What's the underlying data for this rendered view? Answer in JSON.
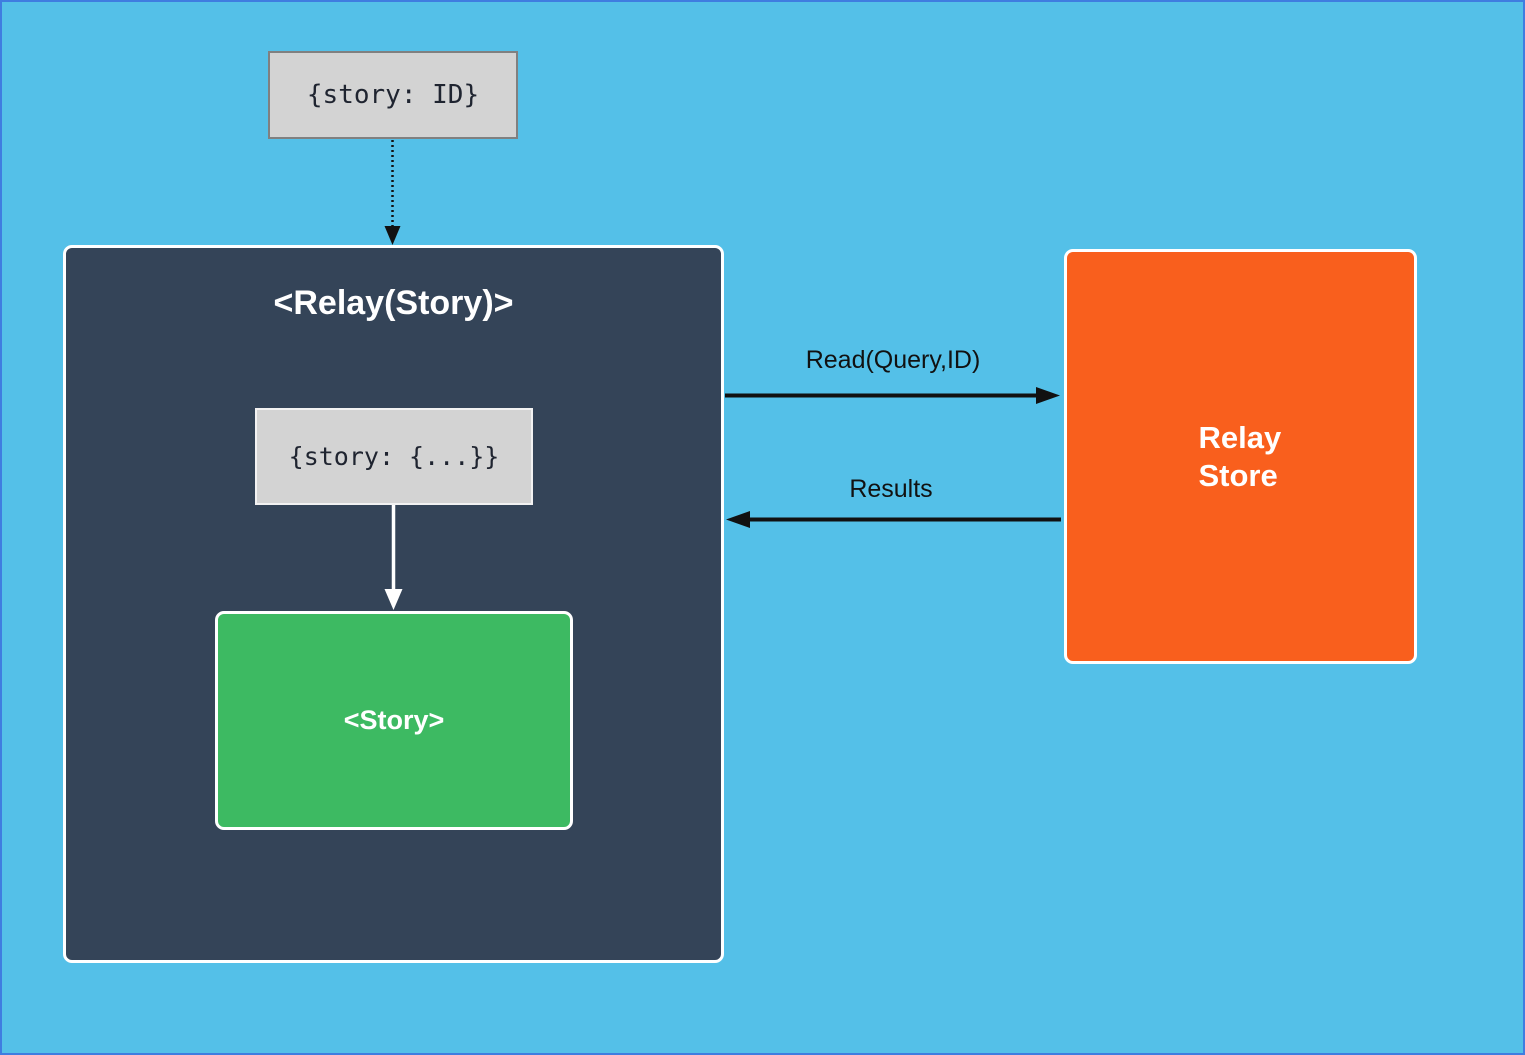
{
  "diagram": {
    "nodes": {
      "props_input": {
        "label": "{story: ID}"
      },
      "relay_container": {
        "title": "<Relay(Story)>"
      },
      "inner_props": {
        "label": "{story: {...}}"
      },
      "story": {
        "label": "<Story>"
      },
      "relay_store": {
        "line1": "Relay",
        "line2": "Store"
      }
    },
    "edges": {
      "props_to_relay": {
        "style": "dotted-down-arrow"
      },
      "inner_props_to_story": {
        "style": "white-down-arrow"
      },
      "read": {
        "label": "Read(Query,ID)"
      },
      "results": {
        "label": "Results"
      }
    }
  },
  "colors": {
    "background": "#54c0e8",
    "frame": "#3f7de0",
    "panel_dark": "#344458",
    "node_gray_fill": "#d3d3d3",
    "node_gray_border": "#808080",
    "green": "#3dba62",
    "orange": "#f95f1d",
    "arrow_black": "#111111",
    "white": "#ffffff",
    "code_text": "#1f2430",
    "label_text": "#111111"
  }
}
